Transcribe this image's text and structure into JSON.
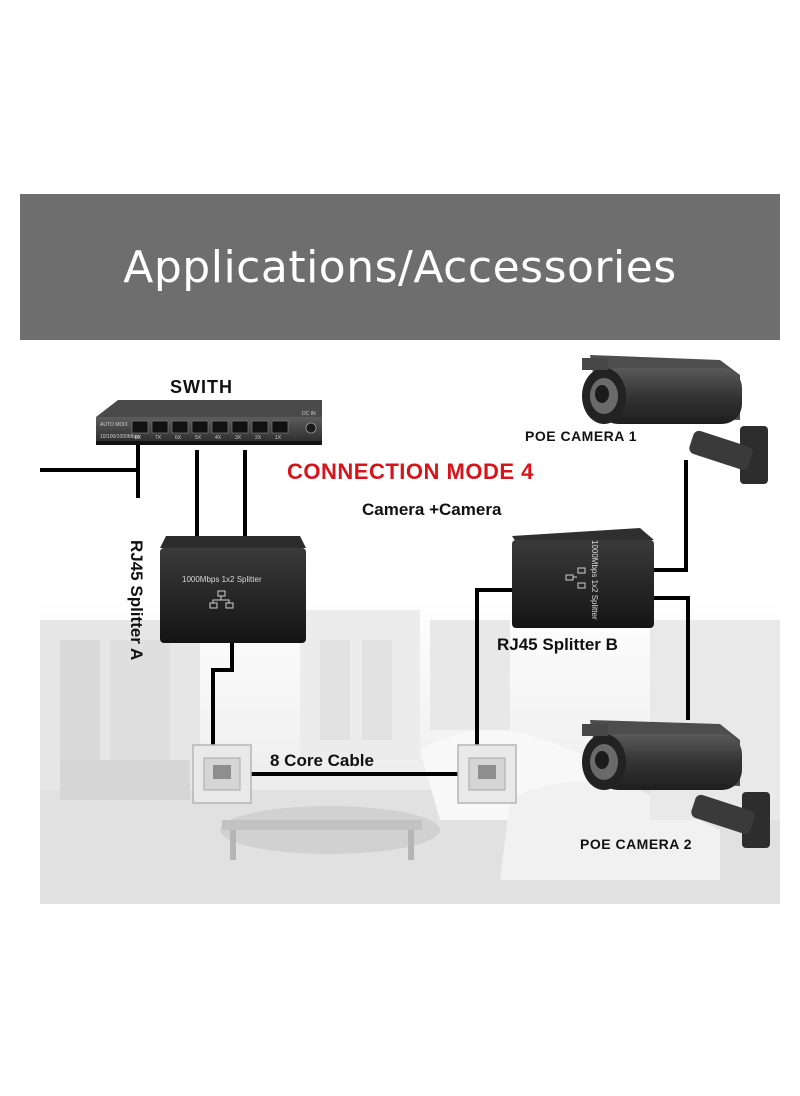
{
  "banner": {
    "title": "Applications/Accessories"
  },
  "diagram": {
    "switch_label": "SWITH",
    "mode_title": "CONNECTION MODE 4",
    "mode_subtitle": "Camera +Camera",
    "camera1_label": "POE CAMERA 1",
    "camera2_label": "POE CAMERA 2",
    "splitter_a_label": "RJ45 Splitter A",
    "splitter_b_label": "RJ45 Splitter B",
    "cable_label": "8 Core Cable",
    "splitter_a_box_text": "1000Mbps 1x2 Splitter",
    "splitter_b_box_text": "1000Mbps 1x2 Splitter",
    "switch_port_labels": [
      "8X",
      "7X",
      "6X",
      "5X",
      "4X",
      "3X",
      "2X",
      "1X"
    ],
    "switch_small_text": {
      "auto": "AUTO MDIX",
      "speed": "10/100/1000Mbps",
      "dc": "DC IN"
    }
  }
}
